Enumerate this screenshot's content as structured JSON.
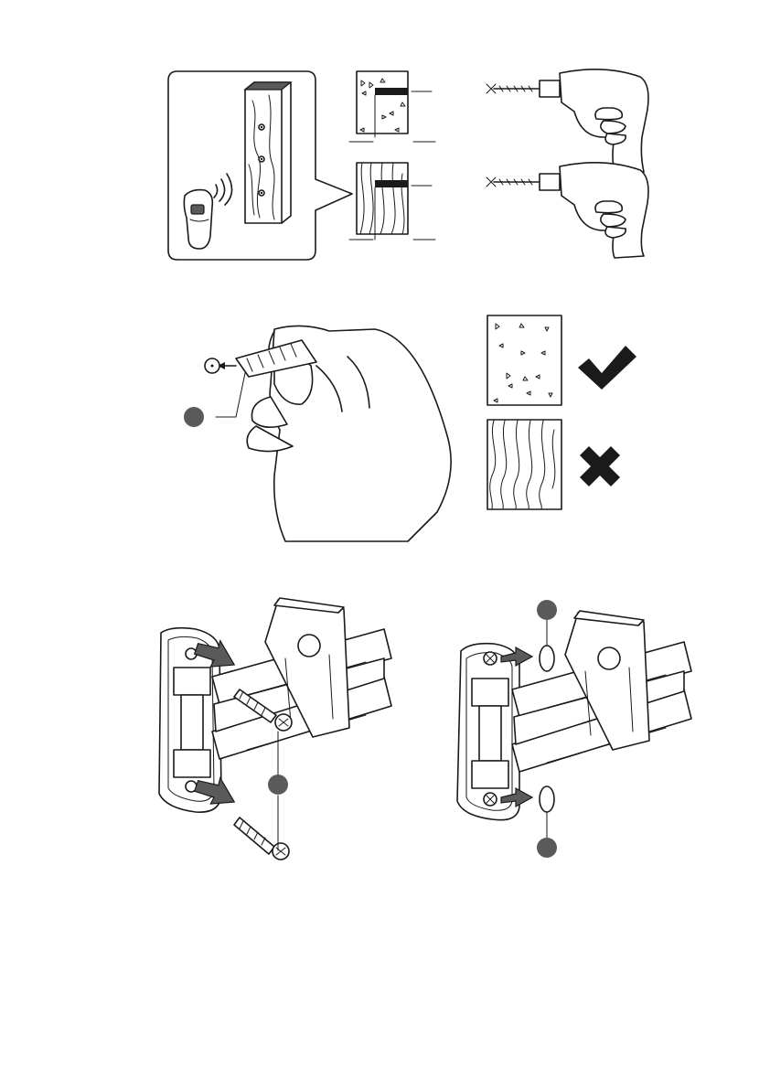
{
  "page": {
    "title": "",
    "sections": [
      {
        "id": "wall-check-and-drilling",
        "callouts": []
      },
      {
        "id": "anchor-insertion-and-wall-type",
        "callouts": [
          {
            "label": ""
          }
        ],
        "wall_types": [
          {
            "type": "solid",
            "result": "check-icon"
          },
          {
            "type": "wood",
            "result": "cross-icon"
          }
        ]
      },
      {
        "id": "bracket-mounting",
        "callouts": [
          {
            "label": ""
          },
          {
            "label": ""
          },
          {
            "label": ""
          }
        ]
      }
    ]
  },
  "icons": [
    "stud-finder-icon",
    "drill-icon",
    "hand-icon",
    "wall-anchor-icon",
    "check-icon",
    "cross-icon",
    "wall-bracket-icon",
    "screw-icon",
    "cover-cap-icon"
  ]
}
